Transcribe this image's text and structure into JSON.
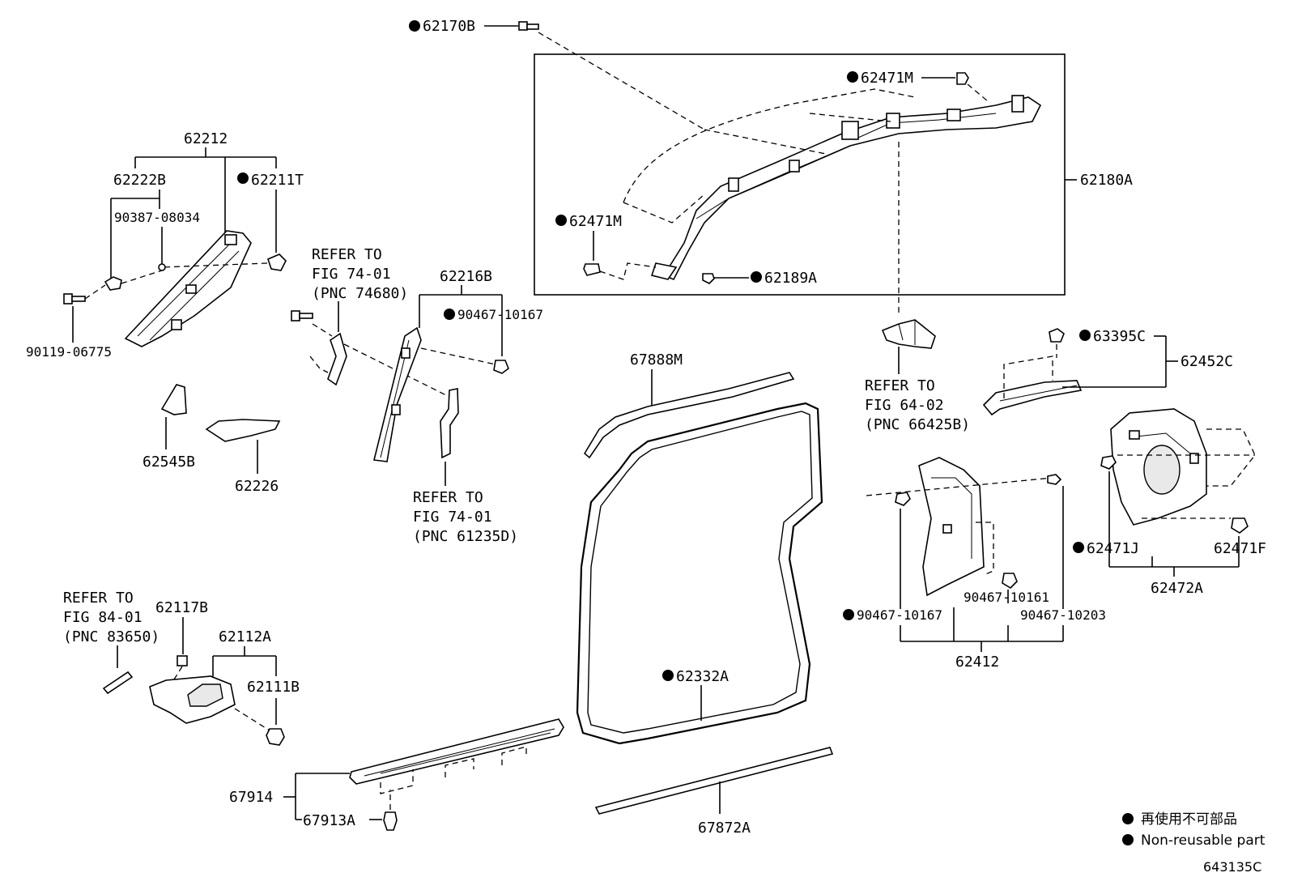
{
  "callouts": {
    "c62170B": "62170B",
    "c62471M_top": "62471M",
    "c62180A": "62180A",
    "c62471M_left": "62471M",
    "c62189A": "62189A",
    "c62212": "62212",
    "c62222B": "62222B",
    "c62211T": "62211T",
    "c90387": "90387-08034",
    "c90119": "90119-06775",
    "c62545B": "62545B",
    "c62226": "62226",
    "c62216B": "62216B",
    "c90467_10167_a": "90467-10167",
    "c67888M": "67888M",
    "c63395C": "63395C",
    "c62452C": "62452C",
    "c62471J": "62471J",
    "c62471F": "62471F",
    "c62472A": "62472A",
    "c90467_10167_b": "90467-10167",
    "c90467_10161": "90467-10161",
    "c90467_10203": "90467-10203",
    "c62412": "62412",
    "c62117B": "62117B",
    "c62112A": "62112A",
    "c62111B": "62111B",
    "c62332A": "62332A",
    "c67914": "67914",
    "c67913A": "67913A",
    "c67872A": "67872A"
  },
  "refer_notes": {
    "r1": [
      "REFER TO",
      "FIG 74-01",
      "(PNC 74680)"
    ],
    "r2": [
      "REFER TO",
      "FIG 74-01",
      "(PNC 61235D)"
    ],
    "r3": [
      "REFER TO",
      "FIG 64-02",
      "(PNC 66425B)"
    ],
    "r4": [
      "REFER TO",
      "FIG 84-01",
      "(PNC 83650)"
    ]
  },
  "legend": {
    "line1": "再使用不可部品",
    "line2": "Non-reusable part"
  },
  "figure_code": "643135C"
}
